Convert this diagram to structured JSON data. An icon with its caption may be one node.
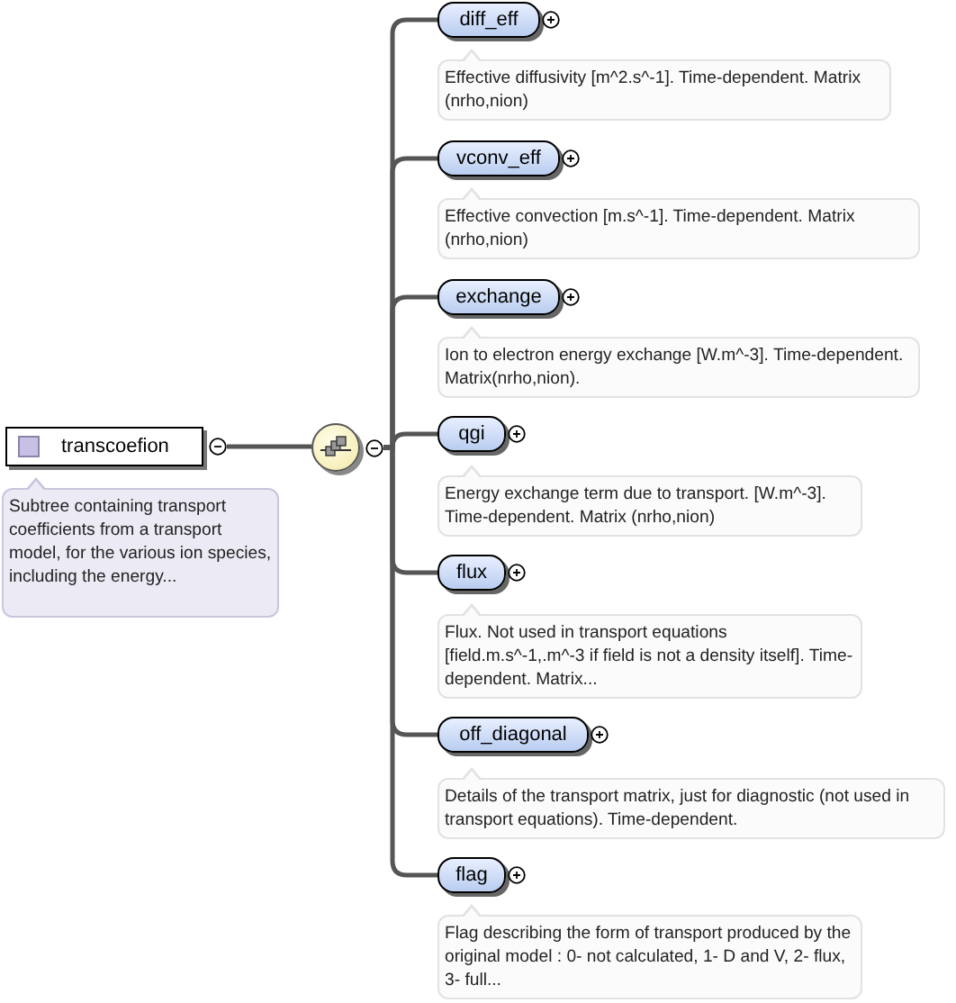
{
  "diagram": {
    "nodes": [
      {
        "text": [
          "transcoefion"
        ],
        "beside": [
          "Subtree containing transport coefficients from a transport model, for the various ion species, including the energy..."
        ]
      },
      {
        "text": [],
        "shape": "circle"
      },
      {
        "text": [
          "diff_eff"
        ],
        "beside": [
          "Effective diffusivity [m^2.s^-1]. Time-dependent. Matrix (nrho,nion)"
        ]
      },
      {
        "text": [
          "vconv_eff"
        ],
        "beside": [
          "Effective convection [m.s^-1]. Time-dependent. Matrix (nrho,nion)"
        ]
      },
      {
        "text": [
          "exchange"
        ],
        "beside": [
          "Ion to electron energy exchange [W.m^-3]. Time-dependent. Matrix(nrho,nion)."
        ]
      },
      {
        "text": [
          "qgi"
        ],
        "beside": [
          "Energy exchange term due to transport. [W.m^-3]. Time-dependent. Matrix (nrho,nion)"
        ]
      },
      {
        "text": [
          "flux"
        ],
        "beside": [
          "Flux. Not used in transport equations [field.m.s^-1,.m^-3 if field is not a density itself]. Time-dependent. Matrix..."
        ]
      },
      {
        "text": [
          "off_diagonal"
        ],
        "beside": [
          "Details of the transport matrix, just for diagnostic (not used in transport equations). Time-dependent."
        ]
      },
      {
        "text": [
          "flag"
        ],
        "beside": [
          "Flag describing the form of transport produced by the original model : 0- not calculated, 1- D and V, 2- flux, 3- full..."
        ]
      }
    ],
    "edges": [
      {
        "from": 0,
        "to": 1,
        "arrow": "none"
      },
      {
        "from": 1,
        "to": 2,
        "arrow": "none"
      },
      {
        "from": 1,
        "to": 3,
        "arrow": "none"
      },
      {
        "from": 1,
        "to": 4,
        "arrow": "none"
      },
      {
        "from": 1,
        "to": 5,
        "arrow": "none"
      },
      {
        "from": 1,
        "to": 6,
        "arrow": "none"
      },
      {
        "from": 1,
        "to": 7,
        "arrow": "none"
      },
      {
        "from": 1,
        "to": 8,
        "arrow": "none"
      }
    ]
  }
}
